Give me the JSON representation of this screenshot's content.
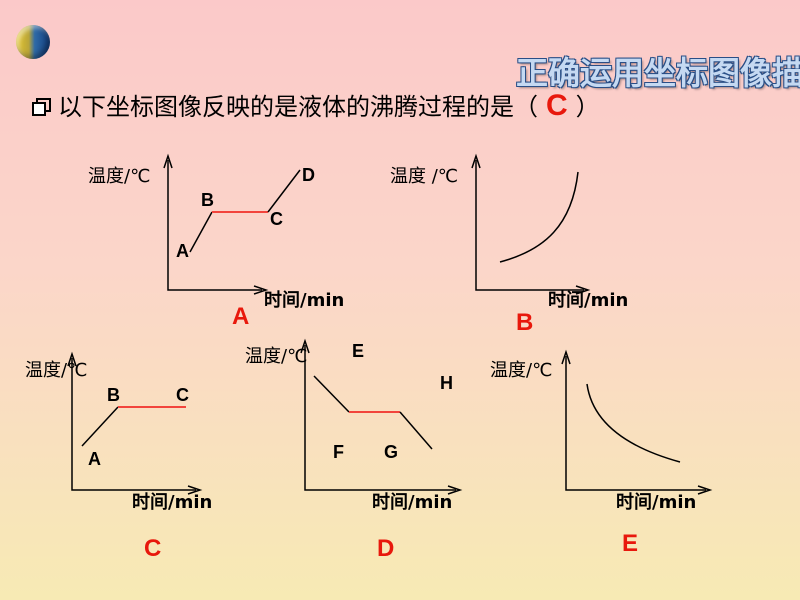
{
  "header": {
    "title": "正确运用坐标图像描"
  },
  "question": {
    "text": "以下坐标图像反映的是液体的沸腾过程的是（",
    "answer": "C",
    "close": "）"
  },
  "graphs": {
    "A": {
      "ylabel": "温度/℃",
      "xlabel": "时间/min",
      "points": [
        "A",
        "B",
        "C",
        "D"
      ],
      "option": "A"
    },
    "B": {
      "ylabel": "温度 /℃",
      "xlabel": "时间/min",
      "option": "B"
    },
    "C": {
      "ylabel": "温度/℃",
      "xlabel": "时间/min",
      "points": [
        "A",
        "B",
        "C"
      ],
      "option": "C"
    },
    "D": {
      "ylabel": "温度/℃",
      "xlabel": "时间/min",
      "points": [
        "E",
        "F",
        "G",
        "H"
      ],
      "option": "D"
    },
    "E": {
      "ylabel": "温度/℃",
      "xlabel": "时间/min",
      "option": "E"
    }
  },
  "colors": {
    "answer": "#e8180c",
    "plateau": "#f2443c",
    "title_fill": "#c5d9f2"
  }
}
